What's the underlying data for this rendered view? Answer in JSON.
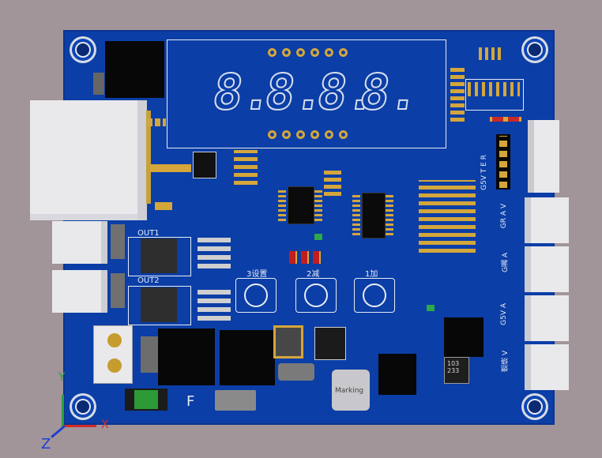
{
  "board": {
    "color": "#0b3ea6",
    "background": "#a1959a"
  },
  "display": {
    "digits": [
      "8.",
      "8.",
      "8.",
      "8."
    ]
  },
  "outputs": {
    "out1_label": "OUT1",
    "out2_label": "OUT2"
  },
  "buttons": [
    {
      "label": "3设置"
    },
    {
      "label": "2减"
    },
    {
      "label": "1加"
    }
  ],
  "connectors": {
    "cn1": "GR A V",
    "cn2": "G漏 A",
    "cn3": "G5V A",
    "cn4": "燃烧 V",
    "header": "G5V T E R"
  },
  "components": {
    "inductor_marking": "Marking",
    "ic_marking": "103\n233",
    "fuse_marking": "F"
  },
  "axes": {
    "x": "X",
    "y": "Y",
    "z": "Z"
  },
  "icons": [
    "mounting-hole-icon",
    "axis-gizmo-icon"
  ]
}
